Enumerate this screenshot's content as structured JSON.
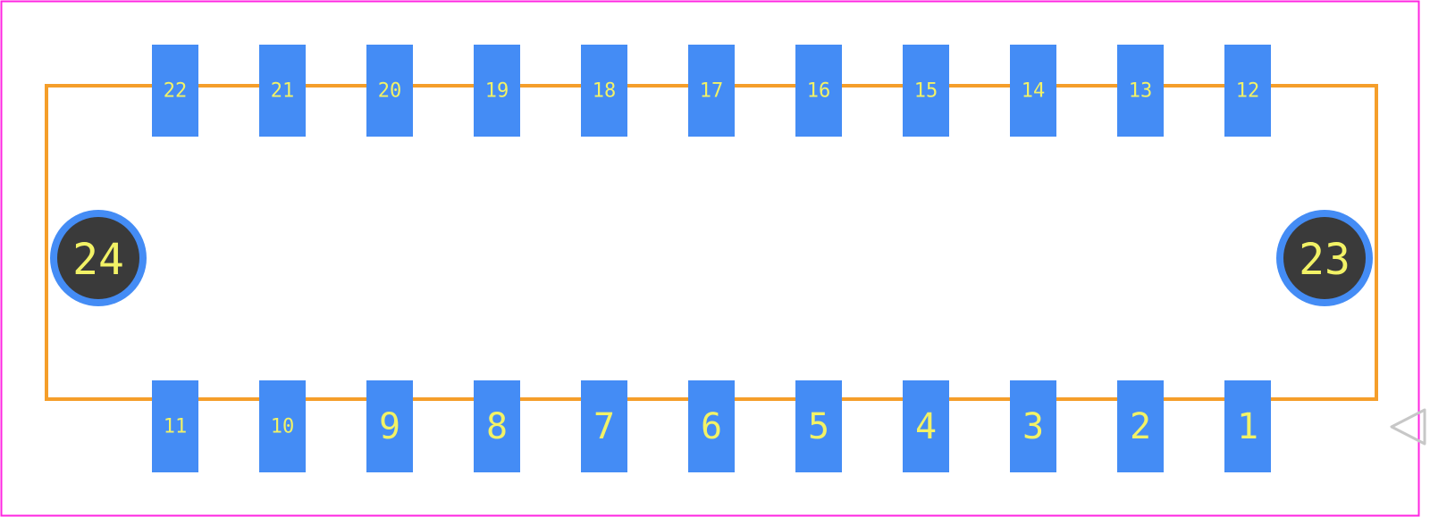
{
  "colors": {
    "background": "#ffffff",
    "board_outline": "#ff26e2",
    "silkscreen": "#f59e2a",
    "pad": "#448cf5",
    "hole_fill": "#3a3a3a",
    "label": "#f2f266",
    "pin1_marker": "#c7c7c7"
  },
  "top_row_pads": [
    "22",
    "21",
    "20",
    "19",
    "18",
    "17",
    "16",
    "15",
    "14",
    "13",
    "12"
  ],
  "bottom_row_pads": [
    "11",
    "10",
    "9",
    "8",
    "7",
    "6",
    "5",
    "4",
    "3",
    "2",
    "1"
  ],
  "mounting_holes": {
    "left": "24",
    "right": "23"
  },
  "pin1_marker_icon": "triangle-pointer-icon"
}
